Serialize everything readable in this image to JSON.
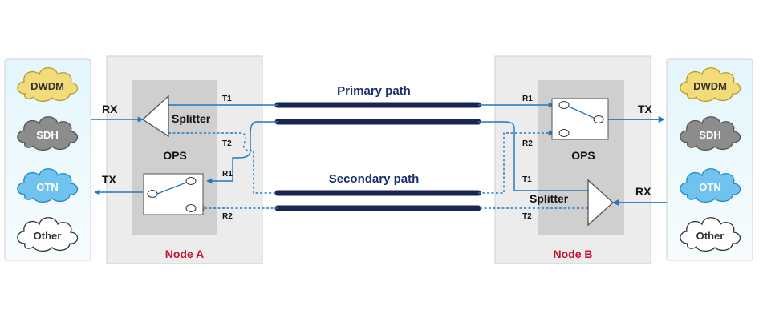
{
  "clouds_left": [
    {
      "label": "DWDM",
      "color": "#f2dc7a"
    },
    {
      "label": "SDH",
      "color": "#8c8c8c"
    },
    {
      "label": "OTN",
      "color": "#6fc3ee"
    },
    {
      "label": "Other",
      "color": "#ffffff"
    }
  ],
  "clouds_right": [
    {
      "label": "DWDM",
      "color": "#f2dc7a"
    },
    {
      "label": "SDH",
      "color": "#8c8c8c"
    },
    {
      "label": "OTN",
      "color": "#6fc3ee"
    },
    {
      "label": "Other",
      "color": "#ffffff"
    }
  ],
  "node_a": {
    "title": "Node A",
    "ops_label": "OPS",
    "splitter_label": "Splitter",
    "ports": {
      "t1": "T1",
      "t2": "T2",
      "r1": "R1",
      "r2": "R2"
    },
    "rx": "RX",
    "tx": "TX"
  },
  "node_b": {
    "title": "Node B",
    "ops_label": "OPS",
    "splitter_label": "Splitter",
    "ports": {
      "r1": "R1",
      "r2": "R2",
      "t1": "T1",
      "t2": "T2"
    },
    "tx": "TX",
    "rx": "RX"
  },
  "paths": {
    "primary": "Primary path",
    "secondary": "Secondary path"
  },
  "colors": {
    "accent_blue": "#1f78c1",
    "fiber": "#1a2550",
    "node_title": "#c8102e",
    "node_bg": "#ececec",
    "ops_bg": "#cfcfcf"
  }
}
